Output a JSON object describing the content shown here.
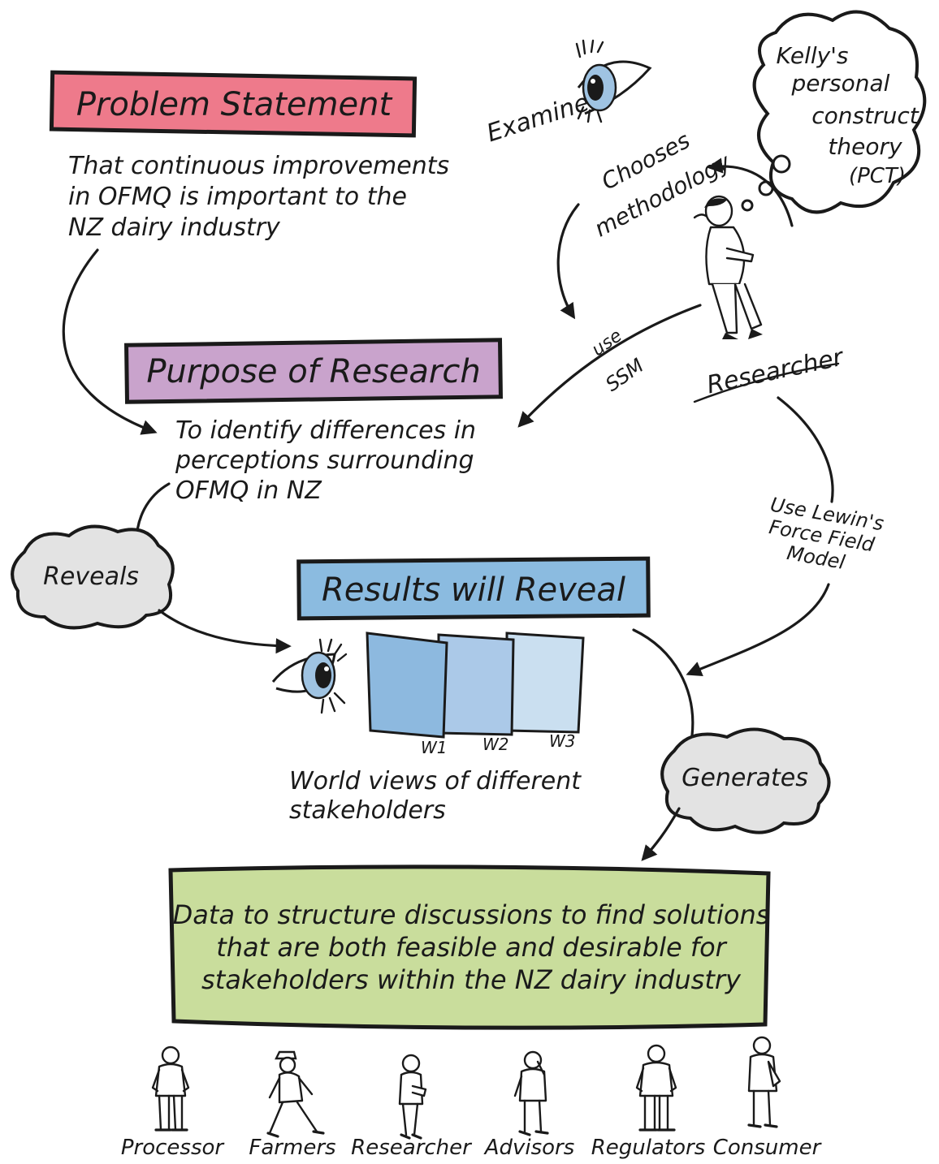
{
  "problem": {
    "title": "Problem Statement",
    "body": [
      "That continuous improvements",
      "in OFMQ is important to the",
      "NZ dairy industry"
    ],
    "color": "#ee7a8b"
  },
  "purpose": {
    "title": "Purpose of Research",
    "body": [
      "To identify differences in",
      "perceptions surrounding",
      "OFMQ in NZ"
    ],
    "color": "#c9a3cc"
  },
  "results": {
    "title": "Results will Reveal",
    "color": "#8bbbe0",
    "worldviews": {
      "labels": [
        "W1",
        "W2",
        "W3"
      ],
      "colors": [
        "#8db9df",
        "#abc9e8",
        "#cadff0"
      ],
      "caption": [
        "World views of different",
        "stakeholders"
      ]
    }
  },
  "outcome": {
    "body": [
      "Data to structure discussions to find solutions",
      "that are both feasible and desirable for",
      "stakeholders within the NZ dairy industry"
    ],
    "color": "#c9dd9c"
  },
  "theory_cloud": [
    "Kelly's",
    "personal",
    "construct",
    "theory",
    "(PCT)"
  ],
  "examine_label": "Examine",
  "chooses_label": [
    "Chooses",
    "methodology"
  ],
  "researcher_label": "Researcher",
  "ssm_label": [
    "use",
    "SSM"
  ],
  "lewin_label": [
    "Use Lewin's",
    "Force Field",
    "Model"
  ],
  "reveals_label": "Reveals",
  "generates_label": "Generates",
  "cloud_color": "#e3e3e3",
  "stakeholders": [
    "Processor",
    "Farmers",
    "Researcher",
    "Advisors",
    "Regulators",
    "Consumer"
  ]
}
